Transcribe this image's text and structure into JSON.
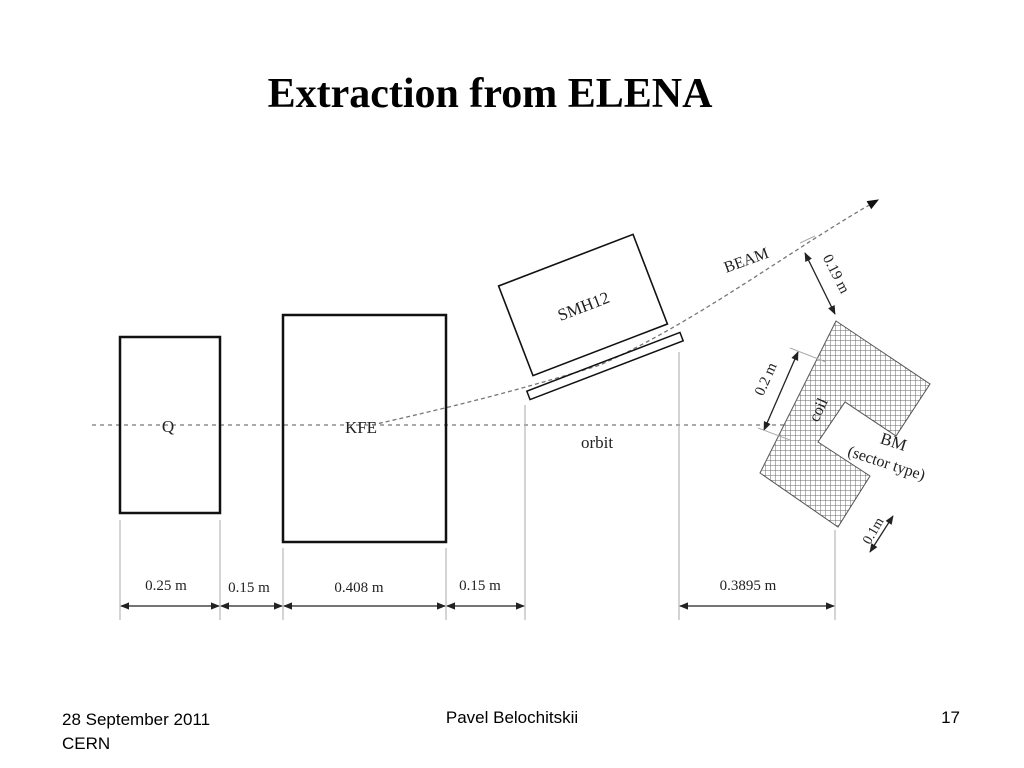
{
  "slide": {
    "title": "Extraction from ELENA"
  },
  "diagram": {
    "elements": {
      "quadrupole": "Q",
      "kicker": "KFE",
      "septum": "SMH12",
      "bending_magnet": "BM",
      "bending_magnet_type": "(sector type)",
      "coil": "coil",
      "beam": "BEAM",
      "orbit": "orbit"
    },
    "dimensions": {
      "q_length": "0.25 m",
      "gap_q_kfe": "0.15 m",
      "kfe_length": "0.408 m",
      "gap_kfe_smh": "0.15 m",
      "gap_smh_bm": "0.3895 m",
      "beam_to_bm": "0.19 m",
      "bm_gap_height": "0.2 m",
      "bm_coil_width": "0.1m"
    }
  },
  "footer": {
    "date": "28 September 2011",
    "location": "CERN",
    "author": "Pavel Belochitskii",
    "page": "17"
  }
}
